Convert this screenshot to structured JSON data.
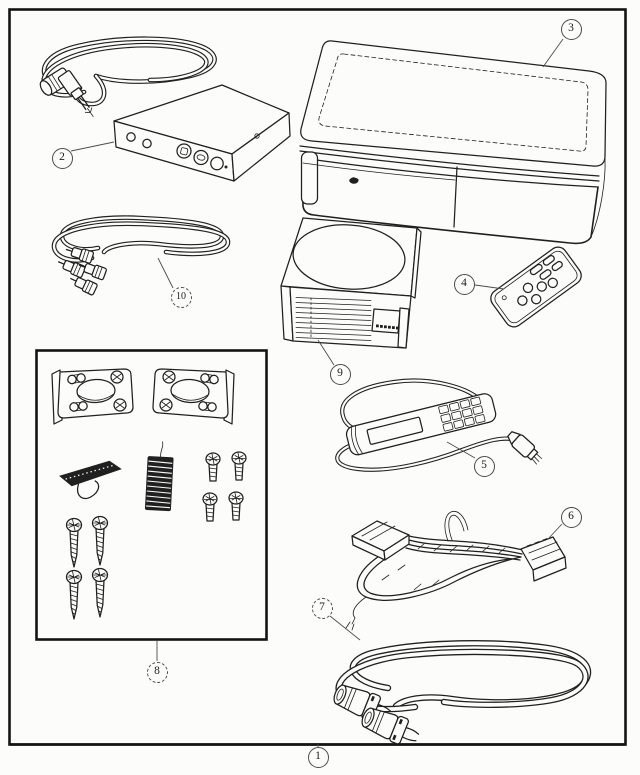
{
  "figure": {
    "kind": "exploded-parts-diagram",
    "ink": "#202020",
    "paper": "#fcfcfb",
    "callouts": [
      {
        "label": "1",
        "part": "kit-contents-outline"
      },
      {
        "label": "2",
        "part": "interface-module-with-antenna-leads"
      },
      {
        "label": "3",
        "part": "cd-changer-unit"
      },
      {
        "label": "4",
        "part": "remote-control"
      },
      {
        "label": "5",
        "part": "wired-remote-controller"
      },
      {
        "label": "6",
        "part": "wiring-harness"
      },
      {
        "label": "7",
        "part": "din-connector-cable"
      },
      {
        "label": "8",
        "part": "mounting-hardware-kit"
      },
      {
        "label": "9",
        "part": "cd-magazine-cartridge"
      },
      {
        "label": "10",
        "part": "rca-audio-cable"
      }
    ]
  }
}
